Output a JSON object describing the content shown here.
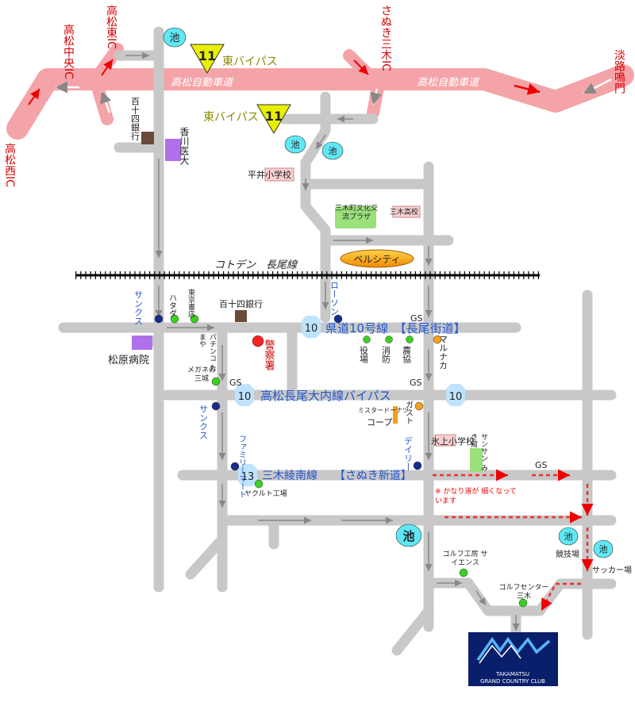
{
  "highway": {
    "name": "高松自動車道",
    "interchanges": {
      "takamatsu_nishi": "高松西IC",
      "takamatsu_chuo": "高松中央IC",
      "takamatsu_higashi": "高松東IC",
      "sanuki_miki": "さぬき三木IC",
      "naruto": "淡路鳴門"
    }
  },
  "route11": {
    "number": "11",
    "label": "東バイパス"
  },
  "railway": {
    "name": "コトデン　長尾線"
  },
  "roads": {
    "pref10": "県道10号線　【長尾街道】",
    "bypass": "高松長尾大内線バイパス",
    "miki_ayanan": "三木綾南線　　【さぬき新道】",
    "route_numbers": {
      "r10": "10",
      "r13": "13"
    }
  },
  "pond_label": "池",
  "gs_label": "GS",
  "warning": "※ かなり道が 細くなっています",
  "landmarks": {
    "hyakujushi_bank_north": "百十四銀行",
    "kagawa_idai": "香川医大",
    "hirai_school": "平井小学校",
    "bunka_plaza": "三木町文化交流プラザ",
    "miki_high": "三木高校",
    "bell_city": "ベルシティ",
    "sunks1": "サンクス",
    "hata": "ハタダ",
    "tokyo_shoten": "東京書店",
    "hyakujushi_bank_south": "百十四銀行",
    "lawson": "ローソン",
    "police": "警察署",
    "yakuba": "役場",
    "shobo": "消防",
    "nokyo": "農協",
    "marunaka": "マルナカ",
    "matsubara": "松原病院",
    "pachinko": "パチンコ たまや",
    "megane": "メガネの 三城",
    "sunks2": "サンクス",
    "mister_donut": "ミスタードーナツ",
    "coop": "コープ",
    "gusto": "ガスト",
    "daily": "デイリー",
    "hikami_school": "氷上小学校",
    "sunsun": "サンサン みき館",
    "familymart": "ファミリーマート",
    "yakult": "ヤクルト工場",
    "golf_science": "ゴルフ工房 サイエンス",
    "golf_center": "ゴルフセンター 三木",
    "kyogijo": "競技場",
    "soccer": "サッカー場"
  },
  "club_logo": {
    "line1": "TAKAMATSU",
    "line2": "GRAND COUNTRY CLUB"
  },
  "colors": {
    "highway": "#f4a4a8",
    "road": "#c8c8c8",
    "label_blue": "#2255cc",
    "ic_red": "#d40000",
    "pond": "#5fe8f4",
    "road_circle": "#bfe3ff"
  }
}
